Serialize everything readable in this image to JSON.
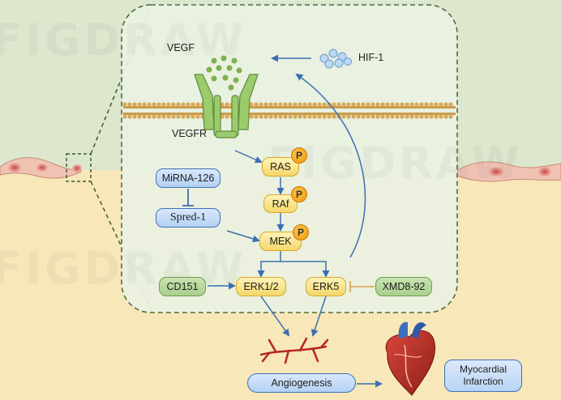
{
  "labels": {
    "vegf": "VEGF",
    "hif1": "HIF-1",
    "vegfr": "VEGFR",
    "ras": "RAS",
    "raf": "RAf",
    "mek": "MEK",
    "erk12": "ERK1/2",
    "erk5": "ERK5",
    "mirna126": "MiRNA-126",
    "spred1": "Spred-1",
    "cd151": "CD151",
    "xmd892": "XMD8-92",
    "angiogenesis": "Angiogenesis",
    "myocardial_infarction": "Myocardial Infarction",
    "phospho": "P"
  },
  "watermark": "FIGDRAW",
  "colors": {
    "top_background": "#dce7cd",
    "bottom_background": "#f8e7b8",
    "panel_fill": "#eaf1e1",
    "panel_border": "#4d6b3a",
    "arrow": "#3b6fb3",
    "inhibitor": "#2f5ea5",
    "xmd_inhibitor": "#d9a24a",
    "membrane": "#c89b4a",
    "vegf_dots": "#7fb04c",
    "vessel": "#b4281e"
  },
  "icons": [
    "vegf-ligand-dots",
    "hif1-molecule-icon",
    "vegfr-receptor-icon",
    "cell-membrane-icon",
    "endothelial-cell-icon",
    "blood-vessel-icon",
    "heart-icon"
  ]
}
